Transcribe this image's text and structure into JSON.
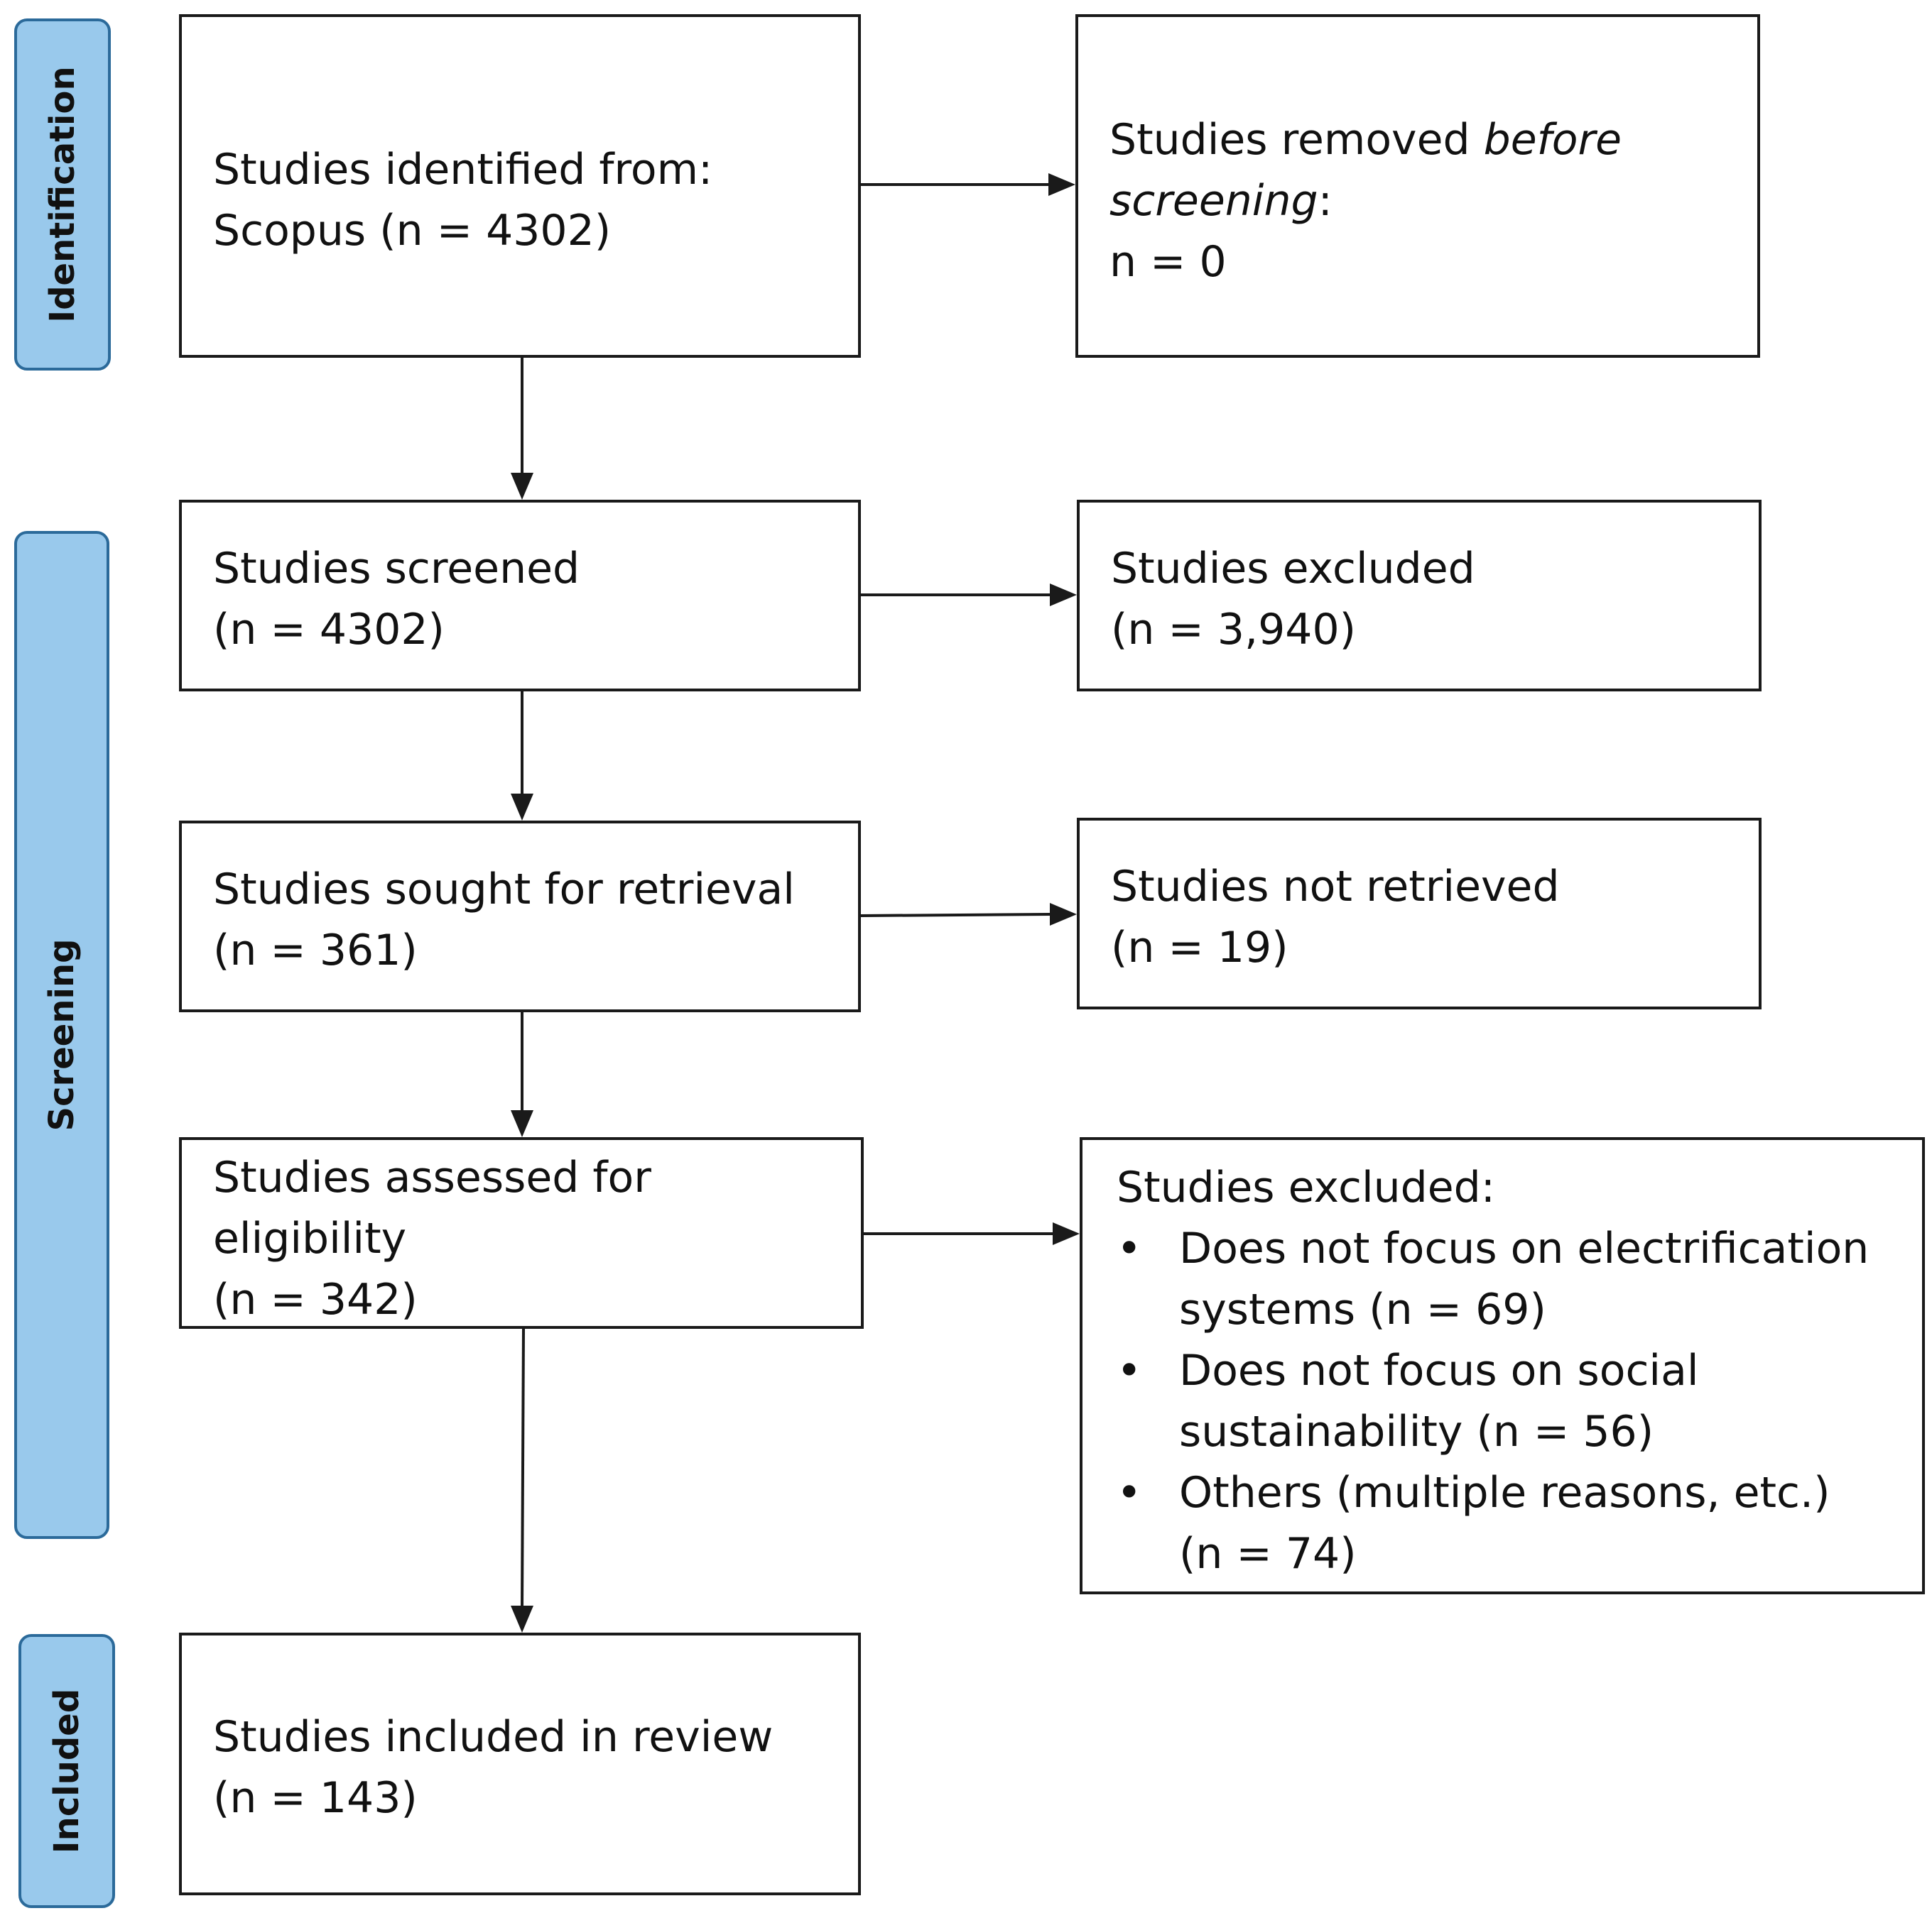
{
  "phases": {
    "identification": "Identification",
    "screening": "Screening",
    "included": "Included"
  },
  "identified": {
    "line1": "Studies identified from:",
    "line2": "Scopus (n = 4302)"
  },
  "removed": {
    "line1_pre": "Studies removed ",
    "line1_em": "before",
    "line2_em": "screening",
    "line2_post": ":",
    "line3": "n = 0"
  },
  "screened": {
    "line1": "Studies screened",
    "line2": "(n = 4302)"
  },
  "excluded_screen": {
    "line1": "Studies excluded",
    "line2": "(n = 3,940)"
  },
  "sought": {
    "line1": "Studies sought for retrieval",
    "line2": "(n = 361)"
  },
  "not_retrieved": {
    "line1": "Studies not retrieved",
    "line2": "(n = 19)"
  },
  "assessed": {
    "line1": "Studies assessed for",
    "line2": "eligibility",
    "line3": "(n = 342)"
  },
  "excluded_eligibility": {
    "title": "Studies excluded:",
    "reasons": [
      {
        "line1": "Does not focus on electrification",
        "line2": "systems (n = 69)"
      },
      {
        "line1": "Does not focus on social",
        "line2": "sustainability (n = 56)"
      },
      {
        "line1": "Others (multiple reasons, etc.)",
        "line2": "(n = 74)"
      }
    ]
  },
  "included": {
    "line1": "Studies included in review",
    "line2": "(n = 143)"
  }
}
